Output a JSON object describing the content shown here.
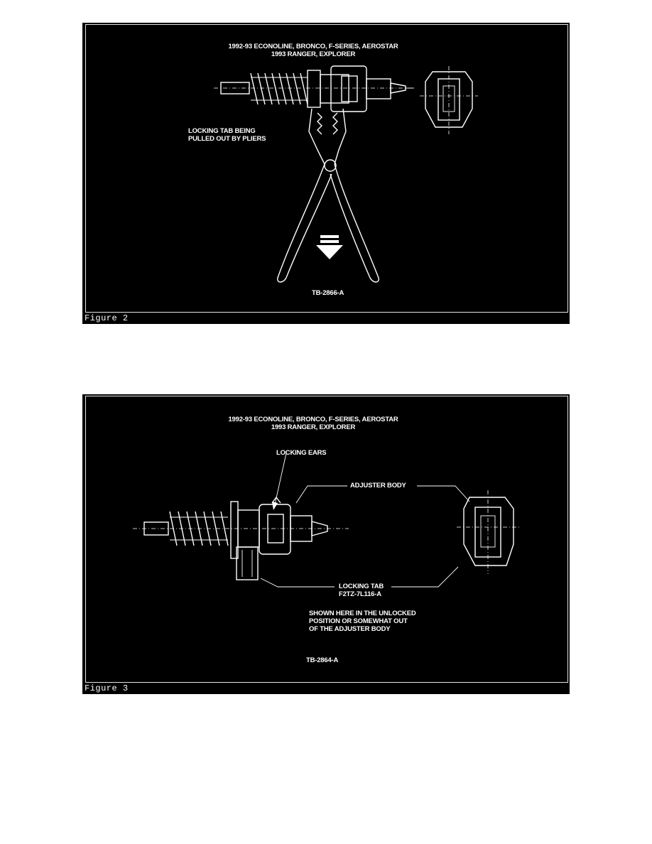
{
  "figure2": {
    "caption": "Figure 2",
    "title_line1": "1992-93 ECONOLINE, BRONCO, F-SERIES, AEROSTAR",
    "title_line2": "1993 RANGER, EXPLORER",
    "callout_line1": "LOCKING TAB BEING",
    "callout_line2": "PULLED OUT BY PLIERS",
    "ref_code": "TB-2866-A"
  },
  "figure3": {
    "caption": "Figure 3",
    "title_line1": "1992-93 ECONOLINE, BRONCO, F-SERIES, AEROSTAR",
    "title_line2": "1993 RANGER, EXPLORER",
    "locking_ears": "LOCKING EARS",
    "adjuster_body": "ADJUSTER BODY",
    "locking_tab_line1": "LOCKING TAB",
    "locking_tab_line2": "F2TZ-7L116-A",
    "note_line1": "SHOWN HERE IN THE UNLOCKED",
    "note_line2": "POSITION OR SOMEWHAT OUT",
    "note_line3": "OF THE ADJUSTER BODY",
    "ref_code": "TB-2864-A"
  }
}
